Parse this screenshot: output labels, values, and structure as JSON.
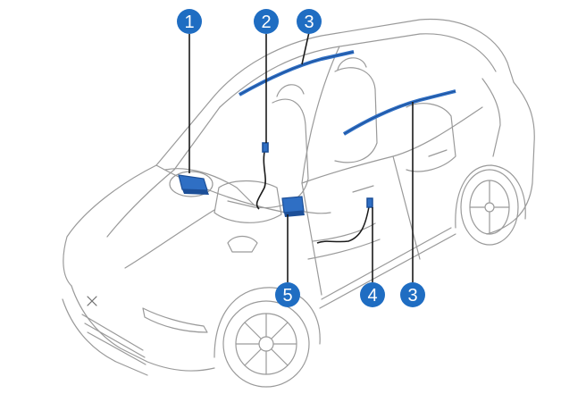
{
  "diagram": {
    "type": "airbag-locations",
    "colors": {
      "line_art": "#9a9a9a",
      "line_art_dark": "#6e6e6e",
      "component_fill": "#2f6fc4",
      "component_dark": "#1c4f98",
      "callout_fill": "#1f6dc2",
      "callout_text": "#ffffff",
      "leader": "#1a1a1a"
    },
    "callouts": [
      {
        "id": "c1",
        "number": "1",
        "component_icon": "driver-airbag-icon"
      },
      {
        "id": "c2",
        "number": "2",
        "component_icon": "seat-side-airbag-harness-icon"
      },
      {
        "id": "c3a",
        "number": "3",
        "component_icon": "curtain-airbag-icon"
      },
      {
        "id": "c3b",
        "number": "3",
        "component_icon": "curtain-airbag-icon"
      },
      {
        "id": "c4",
        "number": "4",
        "component_icon": "rear-sensor-icon"
      },
      {
        "id": "c5",
        "number": "5",
        "component_icon": "airbag-control-module-icon"
      }
    ]
  }
}
